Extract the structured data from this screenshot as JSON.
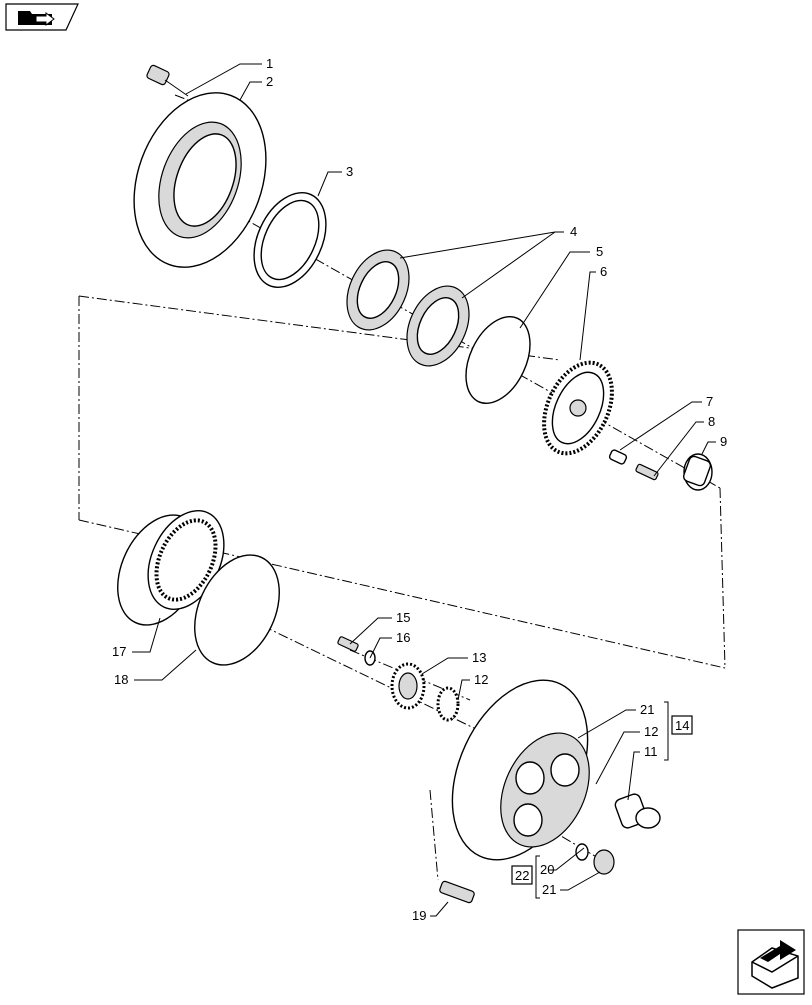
{
  "callouts": [
    "1",
    "2",
    "3",
    "4",
    "5",
    "6",
    "7",
    "8",
    "9",
    "17",
    "18",
    "15",
    "16",
    "13",
    "12",
    "21",
    "12",
    "11",
    "20",
    "21",
    "19"
  ],
  "boxed_refs": {
    "ref_14": "14",
    "ref_22": "22"
  },
  "icons": {
    "top_left": "folder-arrow-icon",
    "bottom_right": "next-page-arrow-icon"
  }
}
